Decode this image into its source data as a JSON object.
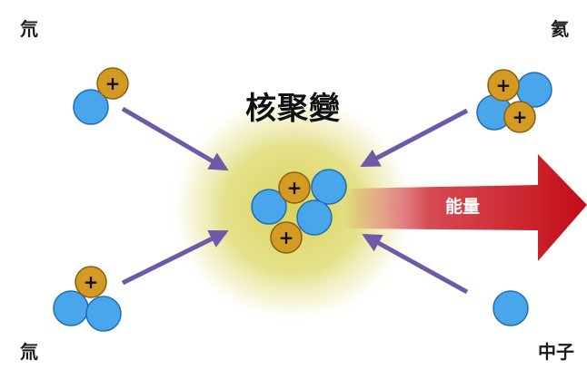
{
  "title": "核聚變",
  "labels": {
    "top_left": "氘",
    "top_right": "氦",
    "bottom_left": "氚",
    "bottom_right": "中子",
    "energy": "能量"
  },
  "symbols": {
    "proton": "+"
  },
  "colors": {
    "neutron": "#4aa6ec",
    "proton": "#d39a24",
    "arrow": "#6e5aa8",
    "energy_arrow": "#c8101a",
    "glow": "#c8c43a"
  }
}
